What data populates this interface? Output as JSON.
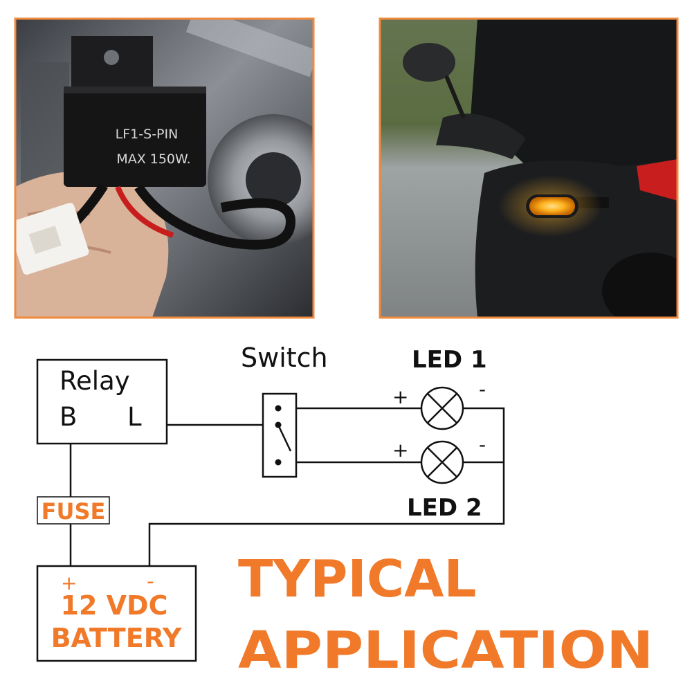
{
  "colors": {
    "accent": "#f07a2a",
    "ink": "#111111",
    "frame": "#f08a3c"
  },
  "photos": {
    "relay": {
      "line1": "LF1-S-PIN",
      "line2": "MAX 150W."
    },
    "rider": {}
  },
  "diagram": {
    "relay_title": "Relay",
    "relay_pin_b": "B",
    "relay_pin_l": "L",
    "switch_label": "Switch",
    "led1_label": "LED 1",
    "led2_label": "LED 2",
    "plus": "+",
    "minus": "-",
    "fuse_label": "FUSE",
    "battery_plus": "+",
    "battery_minus": "-",
    "battery_line1": "12 VDC",
    "battery_line2": "BATTERY"
  },
  "headline": {
    "line1": "TYPICAL",
    "line2": "APPLICATION"
  }
}
